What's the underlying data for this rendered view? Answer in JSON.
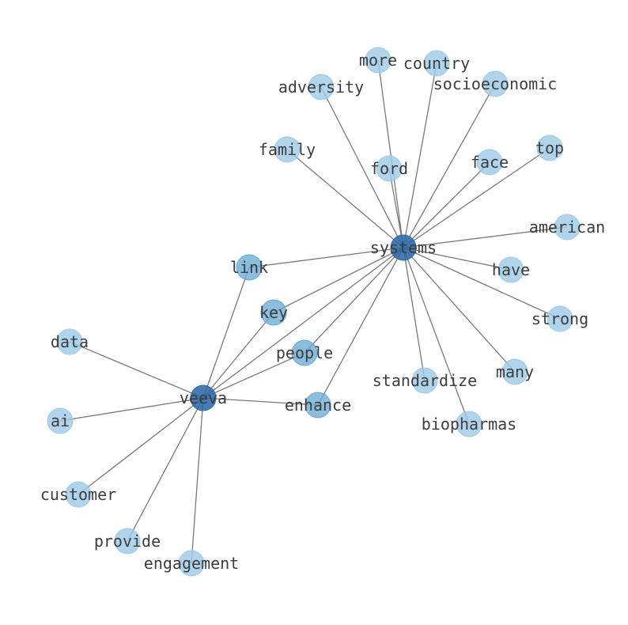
{
  "graph": {
    "colors": {
      "hub": "#2c69a8",
      "mid": "#6aaad4",
      "leaf": "#9ecae6",
      "edge": "#7a7a7a",
      "label": "#3d3d3d"
    },
    "nodes": [
      {
        "id": "systems",
        "label": "systems",
        "tier": "hub"
      },
      {
        "id": "veeva",
        "label": "veeva",
        "tier": "hub"
      },
      {
        "id": "link",
        "label": "link",
        "tier": "mid"
      },
      {
        "id": "key",
        "label": "key",
        "tier": "mid"
      },
      {
        "id": "people",
        "label": "people",
        "tier": "mid"
      },
      {
        "id": "enhance",
        "label": "enhance",
        "tier": "mid"
      },
      {
        "id": "more",
        "label": "more",
        "tier": "leaf"
      },
      {
        "id": "country",
        "label": "country",
        "tier": "leaf"
      },
      {
        "id": "adversity",
        "label": "adversity",
        "tier": "leaf"
      },
      {
        "id": "socioeconomic",
        "label": "socioeconomic",
        "tier": "leaf"
      },
      {
        "id": "family",
        "label": "family",
        "tier": "leaf"
      },
      {
        "id": "ford",
        "label": "ford",
        "tier": "leaf"
      },
      {
        "id": "face",
        "label": "face",
        "tier": "leaf"
      },
      {
        "id": "top",
        "label": "top",
        "tier": "leaf"
      },
      {
        "id": "american",
        "label": "american",
        "tier": "leaf"
      },
      {
        "id": "have",
        "label": "have",
        "tier": "leaf"
      },
      {
        "id": "strong",
        "label": "strong",
        "tier": "leaf"
      },
      {
        "id": "many",
        "label": "many",
        "tier": "leaf"
      },
      {
        "id": "standardize",
        "label": "standardize",
        "tier": "leaf"
      },
      {
        "id": "biopharmas",
        "label": "biopharmas",
        "tier": "leaf"
      },
      {
        "id": "data",
        "label": "data",
        "tier": "leaf"
      },
      {
        "id": "ai",
        "label": "ai",
        "tier": "leaf"
      },
      {
        "id": "customer",
        "label": "customer",
        "tier": "leaf"
      },
      {
        "id": "provide",
        "label": "provide",
        "tier": "leaf"
      },
      {
        "id": "engagement",
        "label": "engagement",
        "tier": "leaf"
      }
    ],
    "edges": [
      [
        "systems",
        "more"
      ],
      [
        "systems",
        "country"
      ],
      [
        "systems",
        "adversity"
      ],
      [
        "systems",
        "socioeconomic"
      ],
      [
        "systems",
        "family"
      ],
      [
        "systems",
        "ford"
      ],
      [
        "systems",
        "face"
      ],
      [
        "systems",
        "top"
      ],
      [
        "systems",
        "american"
      ],
      [
        "systems",
        "have"
      ],
      [
        "systems",
        "strong"
      ],
      [
        "systems",
        "many"
      ],
      [
        "systems",
        "standardize"
      ],
      [
        "systems",
        "biopharmas"
      ],
      [
        "systems",
        "link"
      ],
      [
        "systems",
        "key"
      ],
      [
        "systems",
        "people"
      ],
      [
        "systems",
        "enhance"
      ],
      [
        "systems",
        "veeva"
      ],
      [
        "veeva",
        "link"
      ],
      [
        "veeva",
        "key"
      ],
      [
        "veeva",
        "people"
      ],
      [
        "veeva",
        "enhance"
      ],
      [
        "veeva",
        "data"
      ],
      [
        "veeva",
        "ai"
      ],
      [
        "veeva",
        "customer"
      ],
      [
        "veeva",
        "provide"
      ],
      [
        "veeva",
        "engagement"
      ]
    ]
  }
}
